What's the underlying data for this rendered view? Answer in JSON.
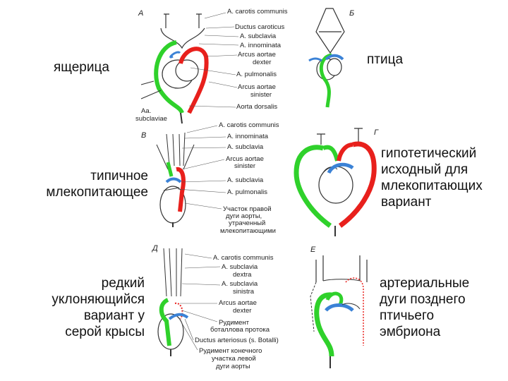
{
  "russian_labels": {
    "lizard": "ящерица",
    "bird": "птица",
    "mammal": [
      "типичное",
      "млекопитающее"
    ],
    "hypothetical": [
      "гипотетический",
      "исходный для",
      "млекопитающих",
      "вариант"
    ],
    "rat": [
      "редкий",
      "уклоняющийся",
      "вариант у",
      "серой крысы"
    ],
    "embryo": [
      "артериальные",
      "дуги позднего",
      "птичьего",
      "эмбриона"
    ]
  },
  "panel_letters": [
    "А",
    "Б",
    "В",
    "Г",
    "Д",
    "Е"
  ],
  "latin_labels_top": [
    "A. carotis communis",
    "Ductus caroticus",
    "A. subclavia",
    "A. innominata",
    "Arcus aortae",
    "dexter",
    "A. pulmonalis",
    "Arcus aortae",
    "sinister",
    "Aorta dorsalis",
    "Aa.",
    "subclaviae"
  ],
  "latin_labels_mid": [
    "A. carotis communis",
    "A. innominata",
    "A. subclavia",
    "Arcus aortae",
    "sinister",
    "A. subclavia",
    "A. pulmonalis",
    "Участок правой",
    "дуги аорты,",
    "утраченный",
    "млекопитающими"
  ],
  "latin_labels_bottom": [
    "A. carotis communis",
    "A. subclavia",
    "dextra",
    "A. subclavia",
    "sinistra",
    "Arcus aortae",
    "dexter",
    "Рудимент",
    "боталлова протока",
    "Ductus arteriosus (s. Botalli)",
    "Рудимент конечного",
    "участка левой",
    "дуги аорты"
  ],
  "colors": {
    "left_arch": "#e8201c",
    "right_arch": "#2fd12b",
    "pulmonary": "#3b82d6",
    "outline": "#333333"
  }
}
